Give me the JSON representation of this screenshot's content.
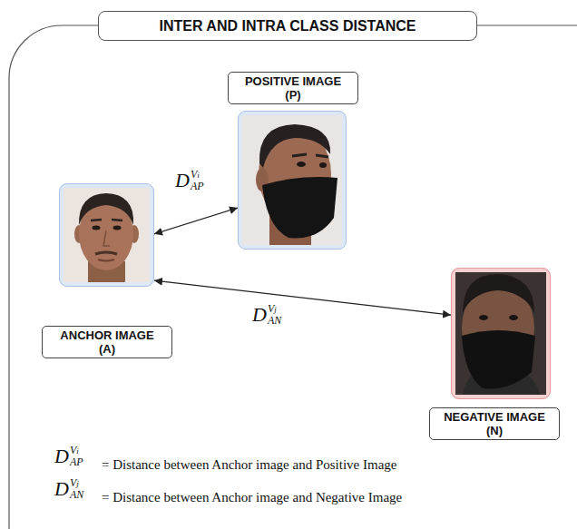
{
  "diagram": {
    "title": "INTER AND INTRA CLASS DISTANCE",
    "nodes": [
      {
        "text": [
          "POSITIVE IMAGE (P)"
        ]
      },
      {
        "text": [
          "ANCHOR IMAGE (A)"
        ]
      },
      {
        "text": [
          "NEGATIVE IMAGE (N)"
        ]
      }
    ],
    "edges": [
      {
        "from": 1,
        "to": 0,
        "arrow": "both",
        "label": "DAPVi"
      },
      {
        "from": 1,
        "to": 2,
        "arrow": "both",
        "label": "DANVj"
      }
    ],
    "labels": [
      "DAPVi",
      "= Distance between Anchor image and Positive Image",
      "DANVj",
      "= Distance between Anchor image and Negative Image"
    ]
  }
}
